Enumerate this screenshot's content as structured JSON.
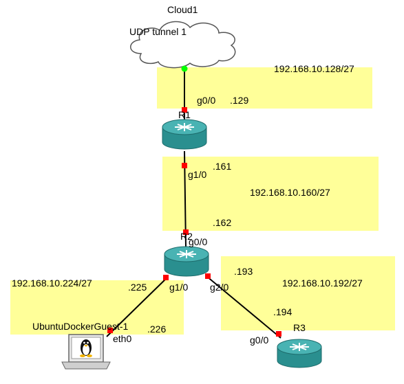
{
  "cloud": {
    "name": "Cloud1",
    "port_label": "UDP tunnel 1"
  },
  "subnets": {
    "top": {
      "network": "192.168.10.128/27",
      "port": "g0/0",
      "host": ".129"
    },
    "middle": {
      "network": "192.168.10.160/27",
      "upper_port": "g1/0",
      "upper_host": ".161",
      "lower_host": ".162"
    },
    "right": {
      "network": "192.168.10.192/27",
      "upper_host": ".193",
      "lower_host": ".194"
    },
    "left": {
      "network": "192.168.10.224/27",
      "upper_host": ".225",
      "lower_host": ".226"
    }
  },
  "routers": {
    "r1": {
      "name": "R1"
    },
    "r2": {
      "name": "R2",
      "port_g00": "g0/0",
      "port_g10": "g1/0",
      "port_g20": "g2/0"
    },
    "r3": {
      "name": "R3",
      "port_g00": "g0/0"
    }
  },
  "host": {
    "name": "UbuntuDockerGuest-1",
    "port": "eth0"
  },
  "colors": {
    "note_fill": "#ffff99",
    "link": "#000000",
    "port_down": "#ff0000",
    "port_up": "#00ff00",
    "router_body": "#2a8f8f",
    "router_top": "#49b3b3"
  }
}
